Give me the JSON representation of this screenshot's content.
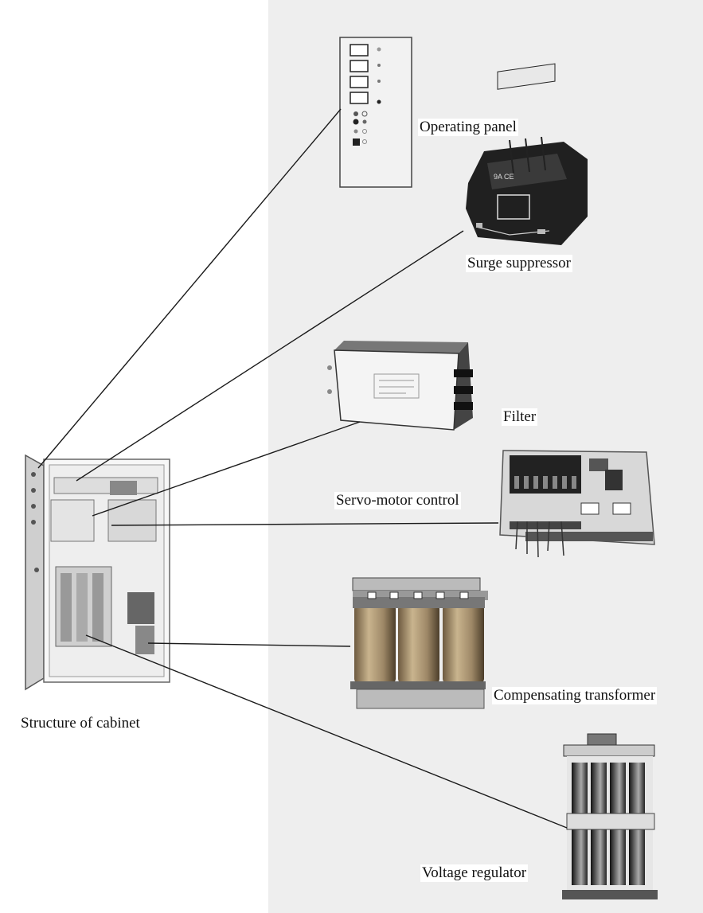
{
  "labels": {
    "operating_panel": "Operating panel",
    "surge_suppressor": "Surge suppressor",
    "filter": "Filter",
    "servo_motor_control": "Servo-motor control",
    "compensating_transformer": "Compensating transformer",
    "structure_of_cabinet": "Structure of cabinet",
    "voltage_regulator": "Voltage regulator"
  },
  "colors": {
    "background_left": "#ffffff",
    "background_right": "#eeeeee",
    "line": "#1a1a1a"
  }
}
